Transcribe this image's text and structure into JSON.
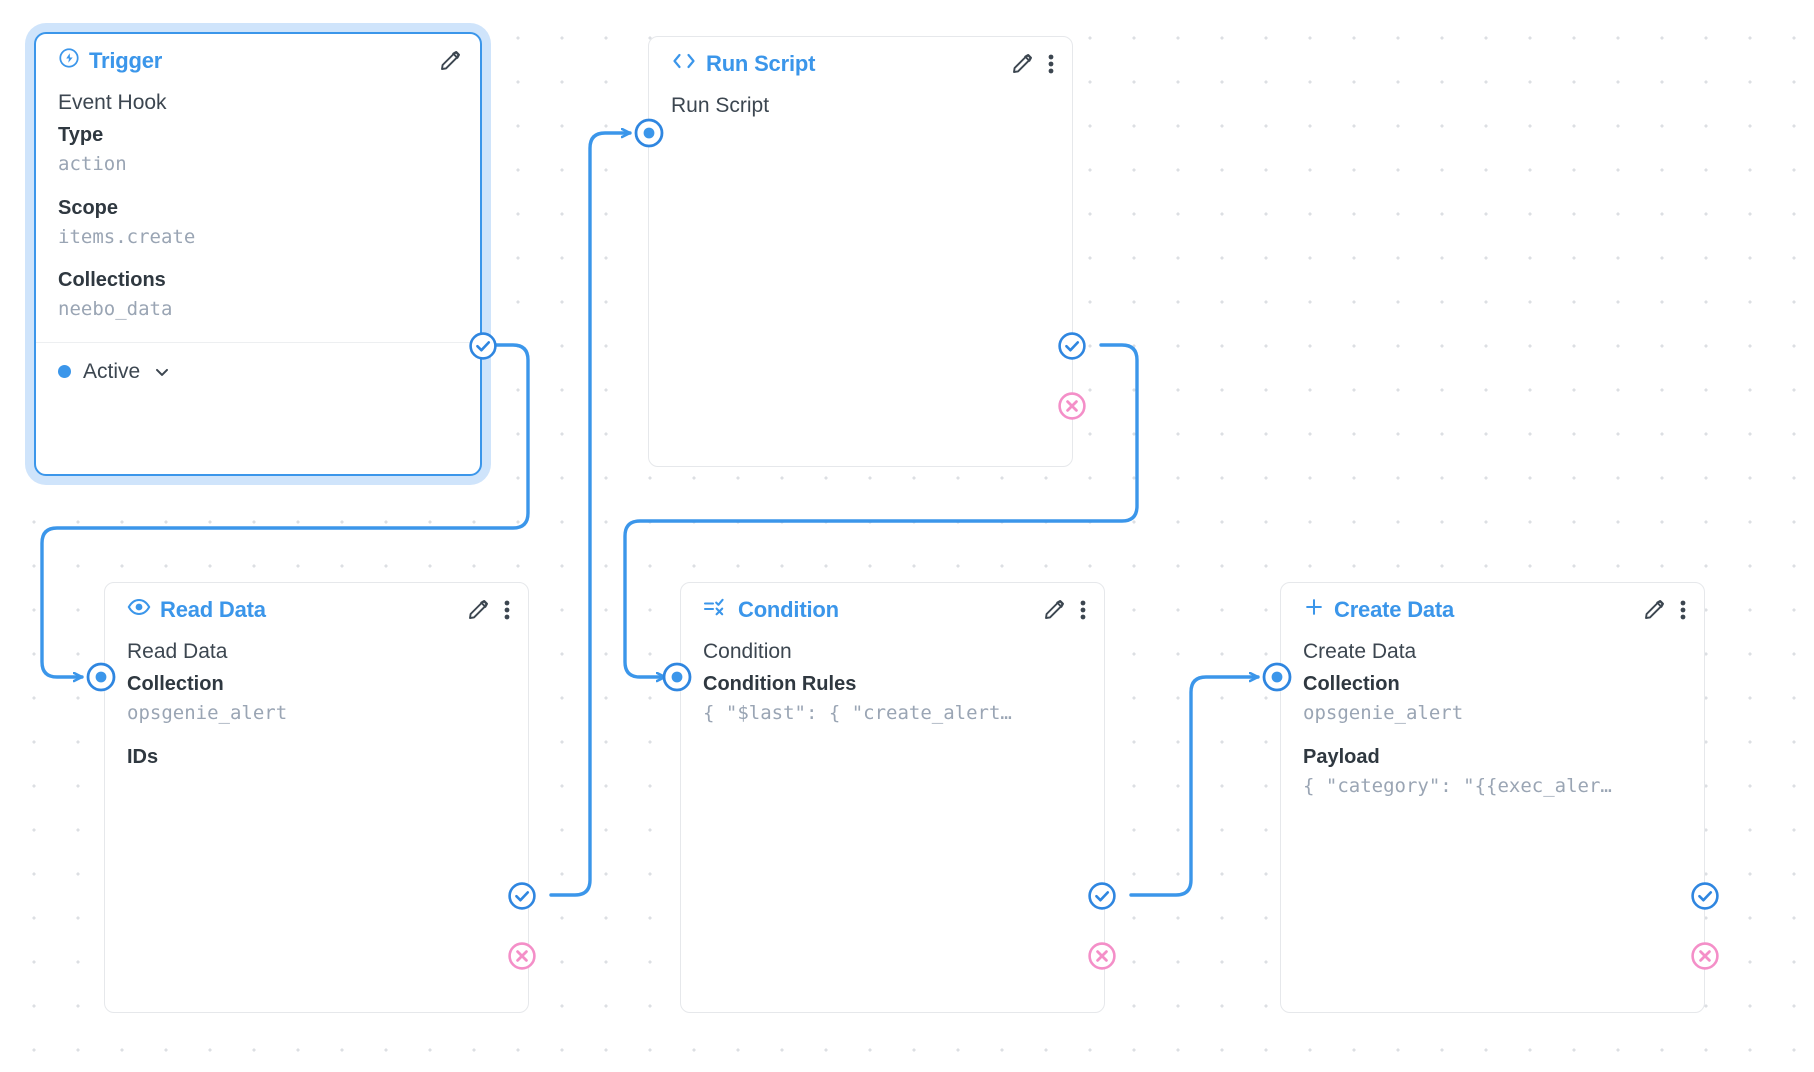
{
  "canvas": {
    "background": "#ffffff",
    "dot_color": "#dcdfe3",
    "accent_blue": "#3b96ea",
    "reject_pink": "#f48fc8",
    "mono_value_color": "#9aa5b4"
  },
  "nodes": [
    {
      "id": "trigger",
      "header_icon": "lightning-circle-icon",
      "header_title": "Trigger",
      "selected": true,
      "row_name": "Event Hook",
      "fields": [
        {
          "label": "Type",
          "value": "action"
        },
        {
          "label": "Scope",
          "value": "items.create"
        },
        {
          "label": "Collections",
          "value": "neebo_data"
        }
      ],
      "status": {
        "label": "Active",
        "dot_color": "#3b96ea",
        "chevron": "chevron-down-icon"
      },
      "actions": {
        "edit": "pencil-icon"
      }
    },
    {
      "id": "run-script",
      "header_icon": "code-brackets-icon",
      "header_title": "Run Script",
      "selected": false,
      "row_name": "Run Script",
      "fields": [],
      "actions": {
        "edit": "pencil-icon",
        "more": "more-vertical-icon"
      }
    },
    {
      "id": "read-data",
      "header_icon": "eye-icon",
      "header_title": "Read Data",
      "selected": false,
      "row_name": "Read Data",
      "fields": [
        {
          "label": "Collection",
          "value": "opsgenie_alert"
        },
        {
          "label": "IDs",
          "value": ""
        }
      ],
      "actions": {
        "edit": "pencil-icon",
        "more": "more-vertical-icon"
      }
    },
    {
      "id": "condition",
      "header_icon": "condition-equals-icon",
      "header_title": "Condition",
      "selected": false,
      "row_name": "Condition",
      "fields": [
        {
          "label": "Condition Rules",
          "value": "{ \"$last\": { \"create_alert…"
        }
      ],
      "actions": {
        "edit": "pencil-icon",
        "more": "more-vertical-icon"
      }
    },
    {
      "id": "create-data",
      "header_icon": "plus-icon",
      "header_title": "Create Data",
      "selected": false,
      "row_name": "Create Data",
      "fields": [
        {
          "label": "Collection",
          "value": "opsgenie_alert"
        },
        {
          "label": "Payload",
          "value": "{ \"category\": \"{{exec_aler…"
        }
      ],
      "actions": {
        "edit": "pencil-icon",
        "more": "more-vertical-icon"
      }
    }
  ],
  "ports": {
    "resolve_label": "resolve-port",
    "reject_label": "reject-port",
    "input_label": "input-port"
  }
}
